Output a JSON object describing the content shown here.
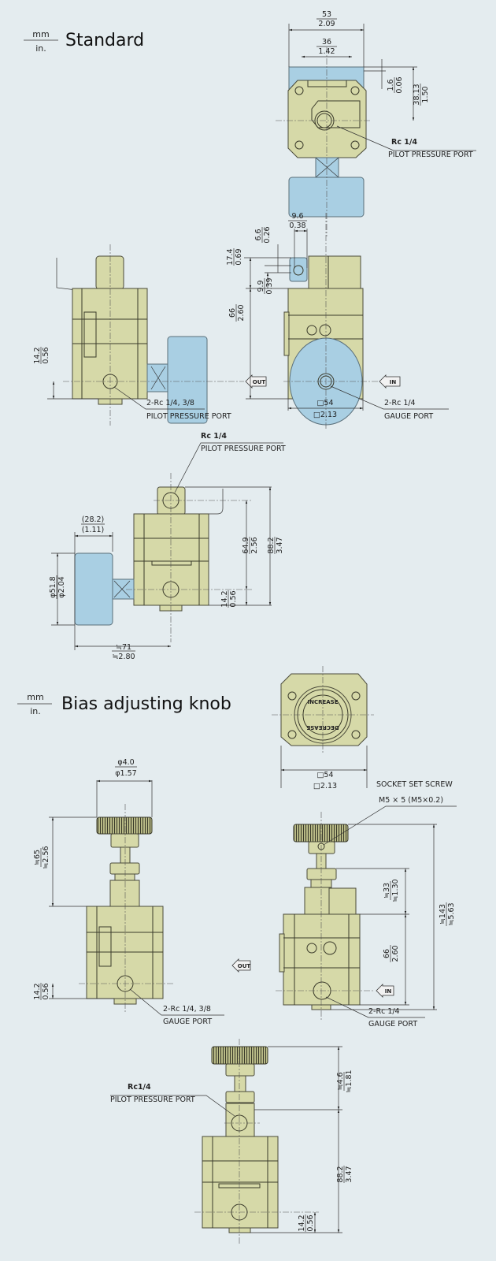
{
  "colors": {
    "background": "#e4ecef",
    "body": "#d6d9a8",
    "gauge": "#a9cfe3"
  },
  "units": {
    "top": "mm",
    "bottom": "in."
  },
  "sections": {
    "standard": {
      "title": "Standard",
      "top_view": {
        "width_53": {
          "mm": "53",
          "in": "2.09"
        },
        "width_36": {
          "mm": "36",
          "in": "1.42"
        },
        "offset_1_6": {
          "mm": "1.6",
          "in": "0.06"
        },
        "height_38_13": {
          "mm": "38.13",
          "in": "1.50"
        },
        "port_size": "Rc 1/4",
        "port_label": "PILOT PRESSURE PORT"
      },
      "side_view": {
        "bottom_14_2": {
          "mm": "14.2",
          "in": "0.56"
        },
        "port_size": "2-Rc 1/4, 3/8",
        "port_label": "PILOT PRESSURE PORT"
      },
      "right_view": {
        "tab_9_6": {
          "mm": "9.6",
          "in": "0.38"
        },
        "hole_6_6": {
          "mm": "6.6",
          "in": "0.26"
        },
        "top_17_4": {
          "mm": "17.4",
          "in": "0.69"
        },
        "hole_9_9": {
          "mm": "9.9",
          "in": "0.39"
        },
        "height_66": {
          "mm": "66",
          "in": "2.60"
        },
        "square_54": {
          "mm": "□54",
          "in": "□2.13"
        },
        "out_label": "OUT",
        "in_label": "IN",
        "port_size": "2-Rc 1/4",
        "port_label": "GAUGE PORT"
      },
      "front_view": {
        "port_size": "Rc 1/4",
        "port_label": "PILOT PRESSURE PORT",
        "gauge_depth": {
          "mm": "(28.2)",
          "in": "(1.11)"
        },
        "gauge_dia": {
          "mm": "φ51.8",
          "in": "φ2.04"
        },
        "overall_71": {
          "mm": "≒71",
          "in": "≒2.80"
        },
        "height_64_9": {
          "mm": "64.9",
          "in": "2.56"
        },
        "height_88_2": {
          "mm": "88.2",
          "in": "3.47"
        },
        "bottom_14_2": {
          "mm": "14.2",
          "in": "0.56"
        }
      }
    },
    "bias": {
      "title": "Bias adjusting knob",
      "top_view": {
        "knob_top": "INCREASE",
        "knob_bottom": "DECREASE",
        "square_54": {
          "mm": "□54",
          "in": "□2.13"
        }
      },
      "left_view": {
        "knob_dia": {
          "mm": "φ4.0",
          "in": "φ1.57"
        },
        "height_65": {
          "mm": "≒65",
          "in": "≒2.56"
        },
        "bottom_14_2": {
          "mm": "14.2",
          "in": "0.56"
        },
        "out_label": "OUT",
        "port_size": "2-Rc 1/4, 3/8",
        "port_label": "GAUGE PORT"
      },
      "right_view": {
        "screw_label": "SOCKET SET SCREW",
        "screw_size": "M5 × 5 (M5×0.2)",
        "height_33": {
          "mm": "≒33",
          "in": "≒1.30"
        },
        "height_66": {
          "mm": "66",
          "in": "2.60"
        },
        "height_143": {
          "mm": "≒143",
          "in": "≒5.63"
        },
        "in_label": "IN",
        "port_size": "2-Rc 1/4",
        "port_label": "GAUGE PORT"
      },
      "front_view": {
        "port_size": "Rc1/4",
        "port_label": "PILOT PRESSURE PORT",
        "height_46": {
          "mm": "≒4.6",
          "in": "≒1.81"
        },
        "height_88_2": {
          "mm": "88.2",
          "in": "3.47"
        },
        "bottom_14_2": {
          "mm": "14.2",
          "in": "0.56"
        }
      }
    }
  }
}
